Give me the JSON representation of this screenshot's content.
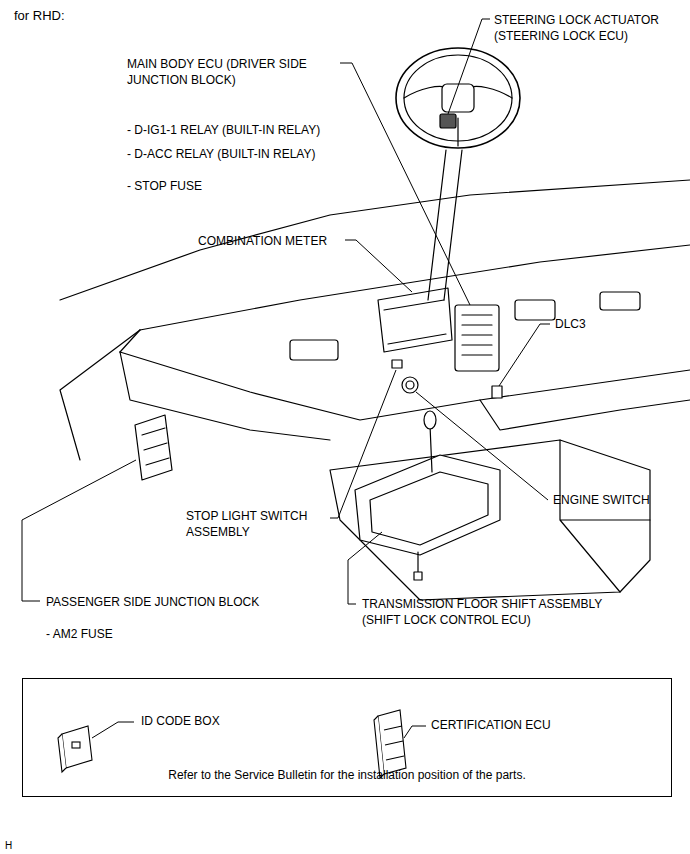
{
  "diagram": {
    "title": "for RHD:",
    "nodes": [
      {
        "text": [
          "ID CODE BOX",
          "CERTIFICATION ECU",
          "Refer to the Service Bulletin for the installation position of the parts."
        ]
      }
    ],
    "labels": [
      "STEERING LOCK ACTUATOR (STEERING LOCK ECU)",
      "MAIN BODY ECU (DRIVER SIDE JUNCTION BLOCK)",
      "- D-IG1-1 RELAY (BUILT-IN RELAY)",
      "- D-ACC RELAY (BUILT-IN RELAY)",
      "- STOP FUSE",
      "COMBINATION METER",
      "DLC3",
      "ENGINE SWITCH",
      "STOP LIGHT SWITCH ASSEMBLY",
      "PASSENGER SIDE JUNCTION BLOCK",
      "- AM2 FUSE",
      "TRANSMISSION FLOOR SHIFT ASSEMBLY (SHIFT LOCK CONTROL ECU)",
      "H"
    ]
  }
}
